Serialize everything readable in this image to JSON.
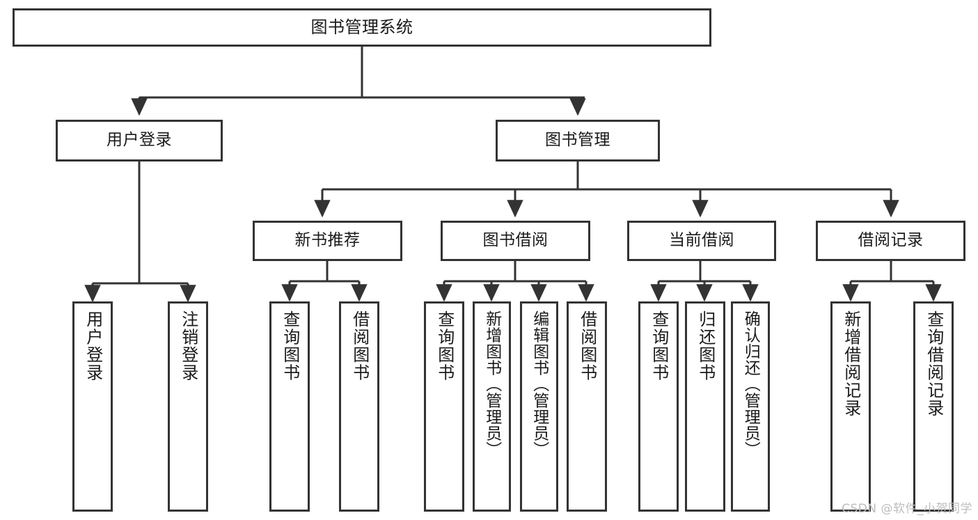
{
  "diagram": {
    "title": "图书管理系统",
    "type": "tree",
    "watermark": "CSDN @软件_小贺同学",
    "colors": {
      "stroke": "#333333",
      "fill": "#ffffff",
      "text": "#1a1a1a",
      "watermark": "#bdbdbd"
    },
    "nodes": [
      {
        "id": "root",
        "label": "图书管理系统",
        "level": 0,
        "orientation": "horizontal"
      },
      {
        "id": "user-login",
        "label": "用户登录",
        "level": 1,
        "orientation": "horizontal"
      },
      {
        "id": "book-mgmt",
        "label": "图书管理",
        "level": 1,
        "orientation": "horizontal"
      },
      {
        "id": "new-book-rec",
        "label": "新书推荐",
        "level": 2,
        "orientation": "horizontal"
      },
      {
        "id": "book-borrow",
        "label": "图书借阅",
        "level": 2,
        "orientation": "horizontal"
      },
      {
        "id": "current-borrow",
        "label": "当前借阅",
        "level": 2,
        "orientation": "horizontal"
      },
      {
        "id": "borrow-record",
        "label": "借阅记录",
        "level": 2,
        "orientation": "horizontal"
      },
      {
        "id": "leaf-user-login",
        "label": "用户登录",
        "level": 2,
        "orientation": "vertical"
      },
      {
        "id": "leaf-logout",
        "label": "注销登录",
        "level": 2,
        "orientation": "vertical"
      },
      {
        "id": "leaf-rec-query",
        "label": "查询图书",
        "level": 3,
        "orientation": "vertical"
      },
      {
        "id": "leaf-rec-borrow",
        "label": "借阅图书",
        "level": 3,
        "orientation": "vertical"
      },
      {
        "id": "leaf-bb-query",
        "label": "查询图书",
        "level": 3,
        "orientation": "vertical"
      },
      {
        "id": "leaf-bb-add",
        "label": "新增图书（管理员）",
        "level": 3,
        "orientation": "vertical"
      },
      {
        "id": "leaf-bb-edit",
        "label": "编辑图书（管理员）",
        "level": 3,
        "orientation": "vertical"
      },
      {
        "id": "leaf-bb-borrow",
        "label": "借阅图书",
        "level": 3,
        "orientation": "vertical"
      },
      {
        "id": "leaf-cb-query",
        "label": "查询图书",
        "level": 3,
        "orientation": "vertical"
      },
      {
        "id": "leaf-cb-return",
        "label": "归还图书",
        "level": 3,
        "orientation": "vertical"
      },
      {
        "id": "leaf-cb-confirm",
        "label": "确认归还（管理员）",
        "level": 3,
        "orientation": "vertical"
      },
      {
        "id": "leaf-br-add",
        "label": "新增借阅记录",
        "level": 3,
        "orientation": "vertical"
      },
      {
        "id": "leaf-br-query",
        "label": "查询借阅记录",
        "level": 3,
        "orientation": "vertical"
      }
    ],
    "edges": [
      {
        "from": "root",
        "to": "user-login"
      },
      {
        "from": "root",
        "to": "book-mgmt"
      },
      {
        "from": "user-login",
        "to": "leaf-user-login"
      },
      {
        "from": "user-login",
        "to": "leaf-logout"
      },
      {
        "from": "book-mgmt",
        "to": "new-book-rec"
      },
      {
        "from": "book-mgmt",
        "to": "book-borrow"
      },
      {
        "from": "book-mgmt",
        "to": "current-borrow"
      },
      {
        "from": "book-mgmt",
        "to": "borrow-record"
      },
      {
        "from": "new-book-rec",
        "to": "leaf-rec-query"
      },
      {
        "from": "new-book-rec",
        "to": "leaf-rec-borrow"
      },
      {
        "from": "book-borrow",
        "to": "leaf-bb-query"
      },
      {
        "from": "book-borrow",
        "to": "leaf-bb-add"
      },
      {
        "from": "book-borrow",
        "to": "leaf-bb-edit"
      },
      {
        "from": "book-borrow",
        "to": "leaf-bb-borrow"
      },
      {
        "from": "current-borrow",
        "to": "leaf-cb-query"
      },
      {
        "from": "current-borrow",
        "to": "leaf-cb-return"
      },
      {
        "from": "current-borrow",
        "to": "leaf-cb-confirm"
      },
      {
        "from": "borrow-record",
        "to": "leaf-br-add"
      },
      {
        "from": "borrow-record",
        "to": "leaf-br-query"
      }
    ]
  }
}
